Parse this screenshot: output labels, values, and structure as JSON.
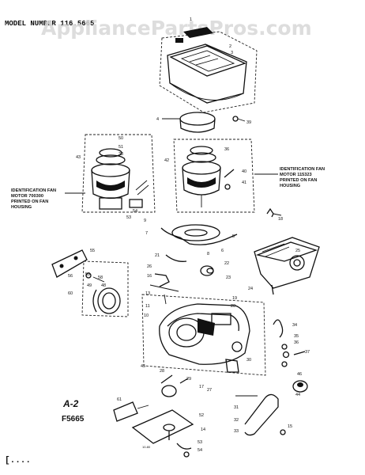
{
  "header": {
    "model_text": "MODEL NUMBER 116.5665",
    "watermark": "AppliancePartsPros.com"
  },
  "diagram_ref": {
    "line1": "A-2",
    "line2": "F5665"
  },
  "callouts": {
    "fan_motor_left": [
      "IDENTIFICATION FAN",
      "MOTOR 700300",
      "PRINTED ON FAN",
      "HOUSING"
    ],
    "fan_motor_right": [
      "IDENTIFICATION FAN",
      "MOTOR 115323",
      "PRINTED ON FAN",
      "HOUSING"
    ]
  },
  "part_numbers": {
    "p1": "1",
    "p2": "2",
    "p3": "3",
    "p4": "4",
    "p5": "5",
    "p6": "6",
    "p7": "7",
    "p8": "8",
    "p9": "9",
    "p10": "10",
    "p11": "11",
    "p13": "13",
    "p14": "14",
    "p15": "15",
    "p16": "16",
    "p17": "17",
    "p18": "18",
    "p19": "19",
    "p20": "20",
    "p21": "21",
    "p22": "22",
    "p23": "23",
    "p24": "24",
    "p25": "25",
    "p26": "26",
    "p27": "27",
    "p28": "28",
    "p29": "29",
    "p30": "30",
    "p31": "31",
    "p32": "32",
    "p33": "33",
    "p34": "34",
    "p35": "35",
    "p36": "36",
    "p37": "37",
    "p38": "38",
    "p39": "39",
    "p40": "40",
    "p41": "41",
    "p42": "42",
    "p43": "43",
    "p44": "44",
    "p45": "45",
    "p46": "46",
    "p48": "48",
    "p49": "49",
    "p50": "50",
    "p51": "51",
    "p52": "52",
    "p53": "53",
    "p54": "54",
    "p55": "55",
    "p56": "56",
    "p58": "58",
    "p59": "59",
    "p60": "60",
    "p61": "61"
  },
  "footer": {
    "corner_mark": "[....",
    "small_code": "10-80"
  }
}
